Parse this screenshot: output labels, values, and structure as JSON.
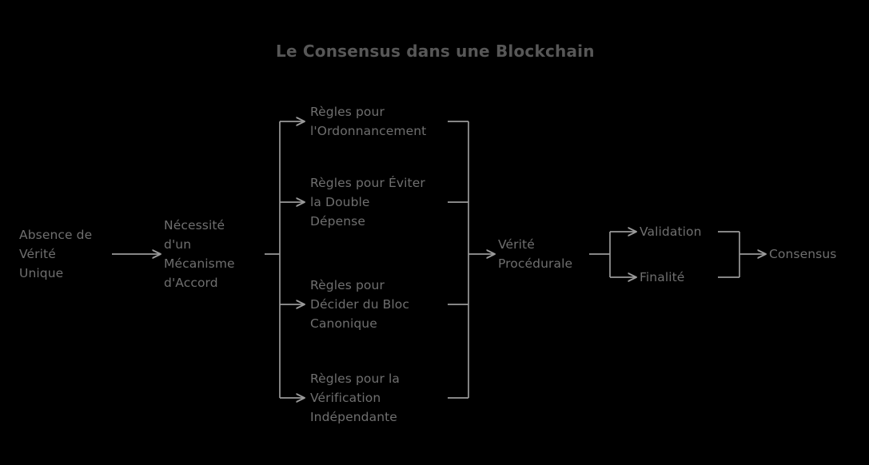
{
  "title": "Le Consensus dans une Blockchain",
  "colors": {
    "background": "#000000",
    "title_text": "#575757",
    "node_text": "#6f6f6f",
    "connector": "#9a9a9a"
  },
  "nodes": {
    "absence": "Absence de\nVérité\nUnique",
    "necessite": "Nécessité\nd'un\nMécanisme\nd'Accord",
    "rule_1": "Règles pour\nl'Ordonnancement",
    "rule_2": "Règles pour Éviter\nla Double\nDépense",
    "rule_3": "Règles pour\nDécider du Bloc\nCanonique",
    "rule_4": "Règles pour la\nVérification\nIndépendante",
    "verite": "Vérité\nProcédurale",
    "validation": "Validation",
    "finalite": "Finalité",
    "consensus": "Consensus"
  },
  "chart_data": {
    "type": "diagram",
    "title": "Le Consensus dans une Blockchain",
    "layout": "left-to-right flowchart with fan-out and fan-in brackets",
    "nodes": [
      {
        "id": "absence",
        "label": "Absence de Vérité Unique",
        "column": 1
      },
      {
        "id": "necessite",
        "label": "Nécessité d'un Mécanisme d'Accord",
        "column": 2
      },
      {
        "id": "rule_1",
        "label": "Règles pour l'Ordonnancement",
        "column": 3
      },
      {
        "id": "rule_2",
        "label": "Règles pour Éviter la Double Dépense",
        "column": 3
      },
      {
        "id": "rule_3",
        "label": "Règles pour Décider du Bloc Canonique",
        "column": 3
      },
      {
        "id": "rule_4",
        "label": "Règles pour la Vérification Indépendante",
        "column": 3
      },
      {
        "id": "verite",
        "label": "Vérité Procédurale",
        "column": 4
      },
      {
        "id": "validation",
        "label": "Validation",
        "column": 5
      },
      {
        "id": "finalite",
        "label": "Finalité",
        "column": 5
      },
      {
        "id": "consensus",
        "label": "Consensus",
        "column": 6
      }
    ],
    "edges": [
      {
        "from": "absence",
        "to": "necessite",
        "style": "arrow"
      },
      {
        "from": "necessite",
        "to": "rule_1",
        "style": "bracket-fanout-arrow"
      },
      {
        "from": "necessite",
        "to": "rule_2",
        "style": "bracket-fanout-arrow"
      },
      {
        "from": "necessite",
        "to": "rule_3",
        "style": "bracket-fanout-arrow"
      },
      {
        "from": "necessite",
        "to": "rule_4",
        "style": "bracket-fanout-arrow"
      },
      {
        "from": "rule_1",
        "to": "verite",
        "style": "bracket-fanin-arrow"
      },
      {
        "from": "rule_2",
        "to": "verite",
        "style": "bracket-fanin-arrow"
      },
      {
        "from": "rule_3",
        "to": "verite",
        "style": "bracket-fanin-arrow"
      },
      {
        "from": "rule_4",
        "to": "verite",
        "style": "bracket-fanin-arrow"
      },
      {
        "from": "verite",
        "to": "validation",
        "style": "bracket-fanout-arrow"
      },
      {
        "from": "verite",
        "to": "finalite",
        "style": "bracket-fanout-arrow"
      },
      {
        "from": "validation",
        "to": "consensus",
        "style": "bracket-fanin-arrow"
      },
      {
        "from": "finalite",
        "to": "consensus",
        "style": "bracket-fanin-arrow"
      }
    ]
  }
}
